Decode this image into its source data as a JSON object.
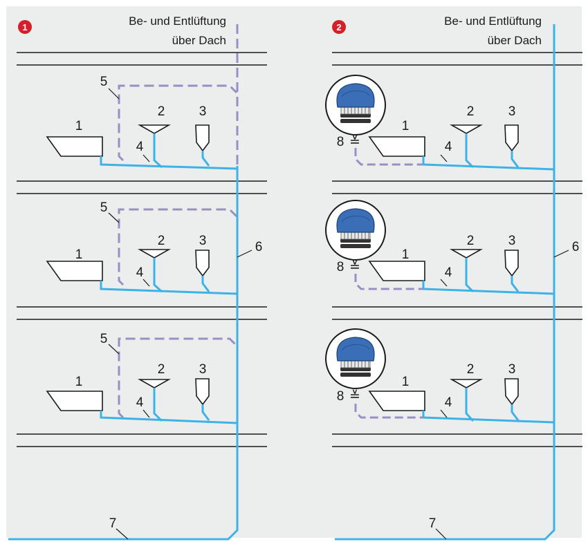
{
  "left_panel": {
    "badge": "1",
    "roof_vent_line1": "Be- und Entlüftung",
    "roof_vent_line2": "über Dach",
    "labels": {
      "item_1": "1",
      "item_2": "2",
      "item_3": "3",
      "item_4": "4",
      "item_5": "5",
      "item_6": "6",
      "item_7": "7"
    }
  },
  "right_panel": {
    "badge": "2",
    "roof_vent_line1": "Be- und Entlüftung",
    "roof_vent_line2": "über Dach",
    "labels": {
      "item_1": "1",
      "item_2": "2",
      "item_3": "3",
      "item_4": "4",
      "item_6": "6",
      "item_7": "7",
      "item_8": "8"
    },
    "valve_symbol": "≚"
  },
  "colors": {
    "pipe": "#3db2e6",
    "vent_dashed": "#9a8fc4",
    "badge": "#d4202a",
    "valve_cap": "#3a6fb8",
    "background": "#eceded",
    "line": "#1a1a1a"
  },
  "icons": [
    "washbasin-icon",
    "funnel-icon",
    "floor-drain-icon",
    "air-admittance-valve-icon"
  ]
}
